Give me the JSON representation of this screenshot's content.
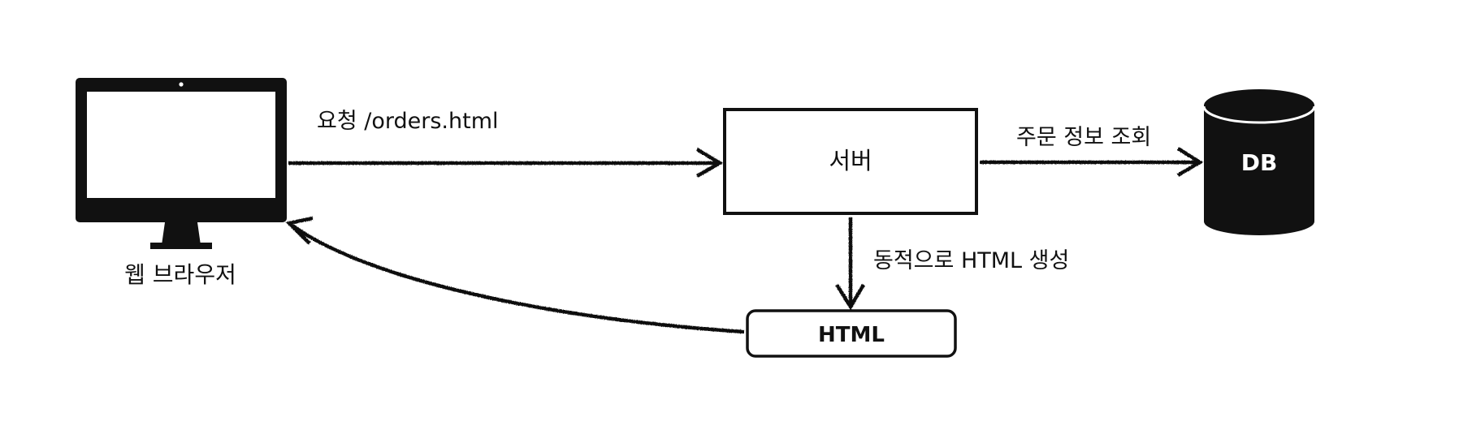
{
  "nodes": {
    "browser": {
      "label": "웹 브라우저",
      "icon": "monitor-icon"
    },
    "server": {
      "label": "서버"
    },
    "database": {
      "label": "DB",
      "icon": "database-cylinder-icon"
    },
    "html_doc": {
      "label": "HTML"
    }
  },
  "edges": {
    "request": {
      "label": "요청 /orders.html"
    },
    "query": {
      "label": "주문 정보 조회"
    },
    "generate": {
      "label": "동적으로 HTML 생성"
    },
    "response": {
      "label": ""
    }
  },
  "colors": {
    "ink": "#111111",
    "background": "#ffffff",
    "screen": "#ffffff"
  }
}
